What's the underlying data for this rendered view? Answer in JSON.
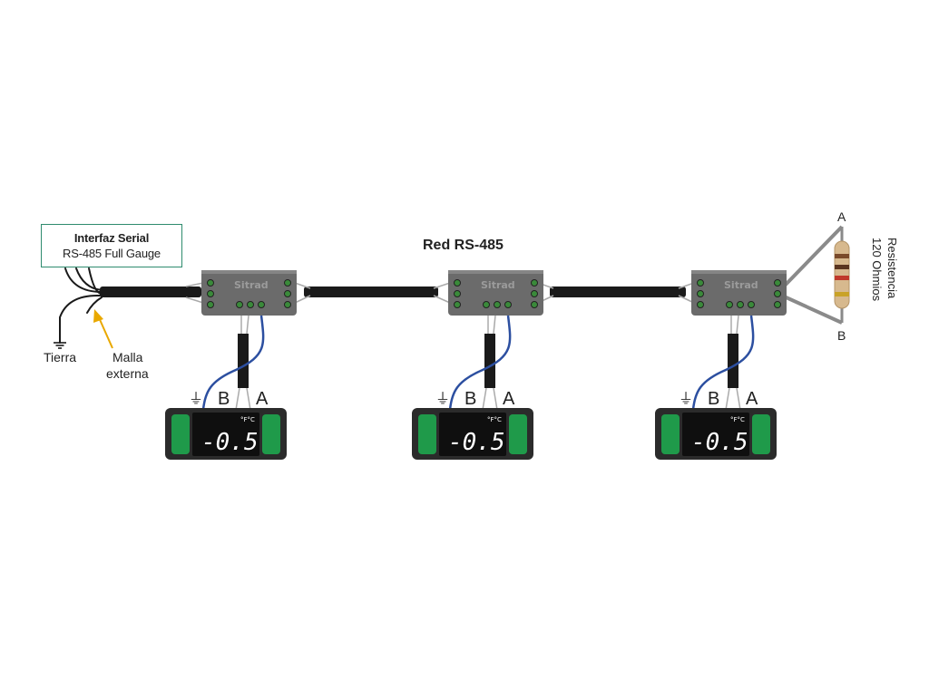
{
  "interface": {
    "title": "Interfaz Serial",
    "subtitle": "RS-485 Full Gauge"
  },
  "network_title": "Red RS-485",
  "ground_label": "Tierra",
  "shield_label": [
    "Malla",
    "externa"
  ],
  "resistor": {
    "label_line1": "Resistencia",
    "label_line2": "120 Ohmios",
    "terminal_a": "A",
    "terminal_b": "B"
  },
  "modules": [
    {
      "logo": "Sitrad"
    },
    {
      "logo": "Sitrad"
    },
    {
      "logo": "Sitrad"
    }
  ],
  "controllers": [
    {
      "display": "-0.5",
      "unit": "°F°C",
      "ground_symbol": "⏚",
      "b_label": "B",
      "a_label": "A"
    },
    {
      "display": "-0.5",
      "unit": "°F°C",
      "ground_symbol": "⏚",
      "b_label": "B",
      "a_label": "A"
    },
    {
      "display": "-0.5",
      "unit": "°F°C",
      "ground_symbol": "⏚",
      "b_label": "B",
      "a_label": "A"
    }
  ],
  "colors": {
    "cable": "#1a1a1a",
    "module": "#6b6b6b",
    "controller_body": "#2b2b2b",
    "controller_green": "#1f9a4a",
    "wire_blue": "#2c4fa0",
    "arrow_gold": "#e9a800",
    "frame_green": "#2e8b6e"
  }
}
